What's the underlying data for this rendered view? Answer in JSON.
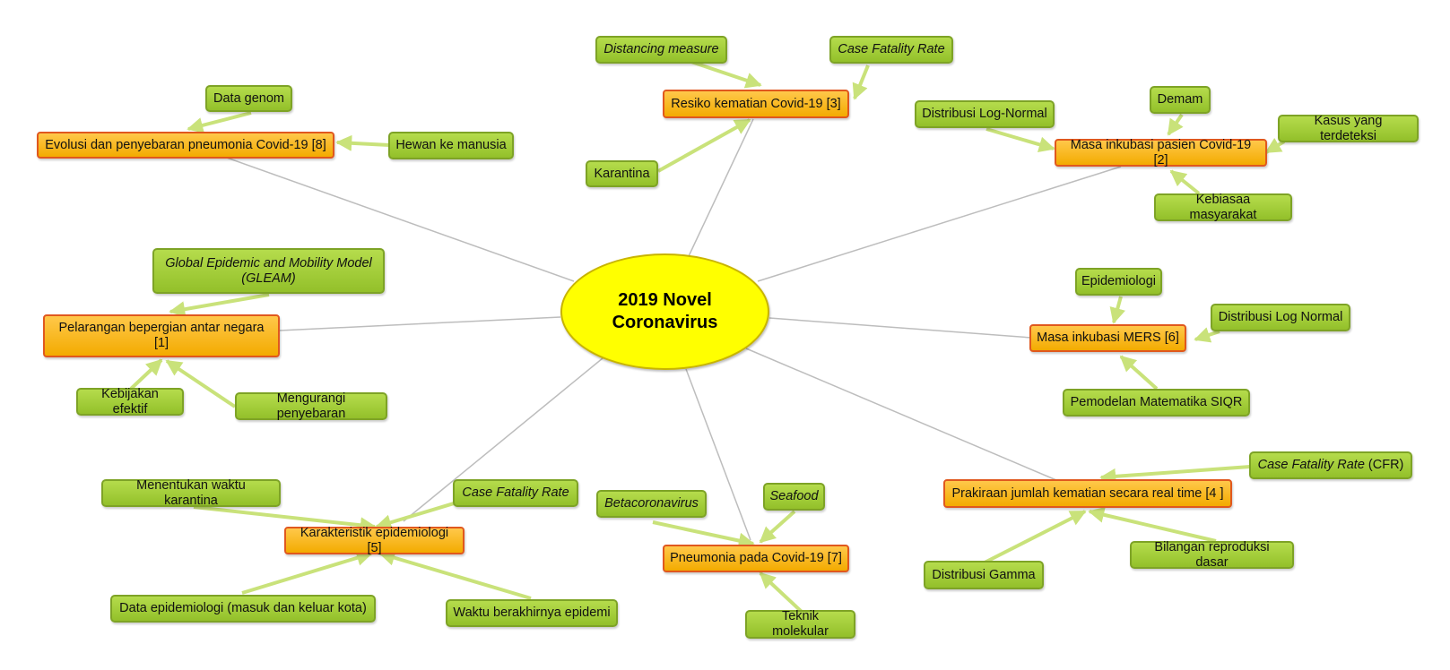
{
  "center": "2019 Novel\nCoronavirus",
  "topics": {
    "evolusi": "Evolusi dan penyebaran pneumonia Covid-19 [8]",
    "resiko": "Resiko kematian Covid-19 [3]",
    "masa_inkubasi_covid": "Masa inkubasi pasien Covid-19 [2]",
    "pelarangan": "Pelarangan bepergian antar negara [1]",
    "mers": "Masa inkubasi MERS [6]",
    "karakteristik": "Karakteristik epidemiologi [5]",
    "pneumonia": "Pneumonia pada Covid-19 [7]",
    "prakiraan": "Prakiraan jumlah kematian secara real time [4 ]"
  },
  "leaves": {
    "data_genom": "Data genom",
    "hewan": "Hewan ke manusia",
    "distancing": "Distancing measure",
    "cfr_top": "Case Fatality Rate",
    "karantina": "Karantina",
    "log_normal_1": "Distribusi Log-Normal",
    "demam": "Demam",
    "kasus": "Kasus yang terdeteksi",
    "kebiasaan": "Kebiasaa masyarakat",
    "gleam": "Global Epidemic and Mobility Model (GLEAM)",
    "kebijakan": "Kebijakan efektif",
    "mengurangi": "Mengurangi penyebaran",
    "epidemiologi": "Epidemiologi",
    "log_normal_2": "Distribusi Log Normal",
    "siqr": "Pemodelan Matematika SIQR",
    "cfr_right_italic": "Case Fatality Rate",
    "cfr_right_suffix": " (CFR)",
    "gamma": "Distribusi Gamma",
    "bilangan": "Bilangan reproduksi dasar",
    "menentukan": "Menentukan waktu karantina",
    "cfr_bottom": "Case Fatality Rate",
    "data_epid": "Data epidemiologi (masuk dan keluar kota)",
    "waktu": "Waktu berakhirnya epidemi",
    "beta": "Betacoronavirus",
    "seafood": "Seafood",
    "teknik": "Teknik molekular"
  },
  "colors": {
    "center_fill": "#ffff00",
    "topic_fill": "#f5b000",
    "topic_border": "#e0581e",
    "leaf_fill": "#a6cf3a",
    "arrow": "#c9e27a",
    "connector": "#bdbdbd"
  }
}
